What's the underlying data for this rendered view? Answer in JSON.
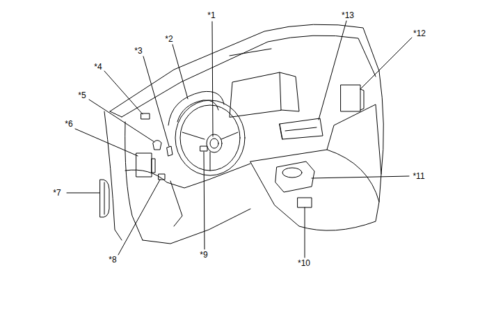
{
  "diagram": {
    "labels": [
      "*1",
      "*2",
      "*3",
      "*4",
      "*5",
      "*6",
      "*7",
      "*8",
      "*9",
      "*10",
      "*11",
      "*12",
      "*13"
    ]
  }
}
